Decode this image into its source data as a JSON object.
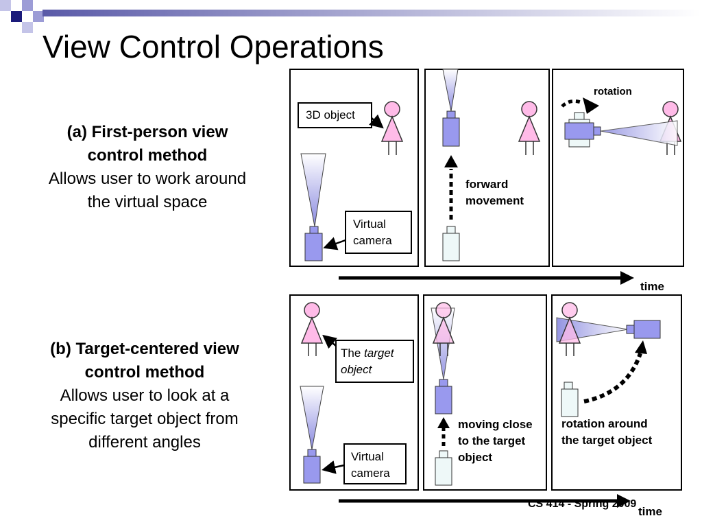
{
  "slide": {
    "title": "View Control Operations",
    "footer": "CS 414 - Spring 2009"
  },
  "section_a": {
    "marker": "(a)",
    "heading_line1": "First-person view",
    "heading_line2": "control method",
    "desc_line1": "Allows user to work around",
    "desc_line2": "the virtual space"
  },
  "section_b": {
    "marker": "(b)",
    "heading_line1": "Target-centered view",
    "heading_line2": "control method",
    "desc_line1": "Allows user to look at a",
    "desc_line2": "specific target object from",
    "desc_line3": "different angles"
  },
  "row_a": {
    "object_label": "3D object",
    "camera_label_line1": "Virtual",
    "camera_label_line2": "camera",
    "forward_line1": "forward",
    "forward_line2": "movement",
    "rotation": "rotation",
    "time": "time"
  },
  "row_b": {
    "target_prefix": "The",
    "target_word": "target",
    "target_line2": "object",
    "camera_label_line1": "Virtual",
    "camera_label_line2": "camera",
    "moving_line1": "moving close",
    "moving_line2": "to the target",
    "moving_line3": "object",
    "rotation_line1": "rotation around",
    "rotation_line2": "the target object",
    "time": "time"
  },
  "colors": {
    "camera_fill": "#9999ee",
    "camera_ghost_fill": "#eef8f8",
    "person_fill": "#ffbbe8",
    "deco_navy": "#1a1a7a",
    "deco_lavender": "#9c9cd6"
  }
}
